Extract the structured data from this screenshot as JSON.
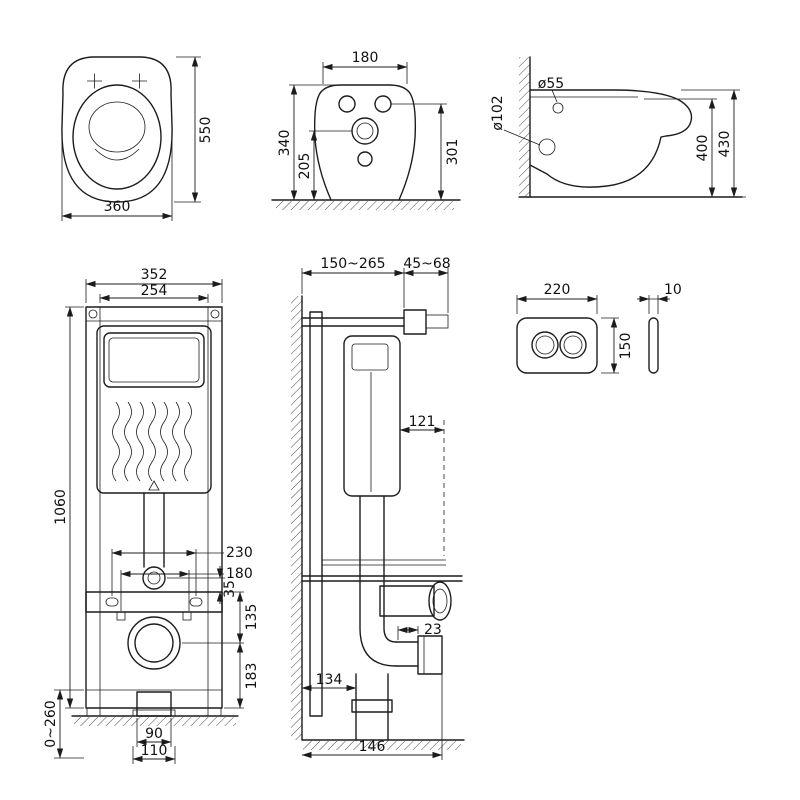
{
  "colors": {
    "line": "#1c1c1c",
    "background": "#ffffff"
  },
  "views": {
    "bowl_top": {
      "depth": "550",
      "width": "360"
    },
    "bowl_rear": {
      "width": "180",
      "total_height": "340",
      "inlet_height": "205",
      "hole_height": "301"
    },
    "bowl_side": {
      "inlet_diameter": "ø55",
      "outlet_diameter": "ø102",
      "rim_height": "400",
      "total_height": "430"
    },
    "frame_front": {
      "outer_width": "352",
      "inner_width": "254",
      "height": "1060",
      "fixing_span": "230",
      "bolt_span": "180",
      "dim_135": "135",
      "dim_35": "35",
      "dim_183": "183",
      "feet_adjust": "0~260",
      "drain_width": "90",
      "flange_width": "110"
    },
    "frame_side": {
      "depth_adjust": "150~265",
      "sleeve_adjust": "45~68",
      "dim_121": "121",
      "dim_23": "23",
      "dim_134": "134",
      "dim_146": "146"
    },
    "flush_plate": {
      "width": "220",
      "height": "150",
      "thickness": "10"
    }
  }
}
